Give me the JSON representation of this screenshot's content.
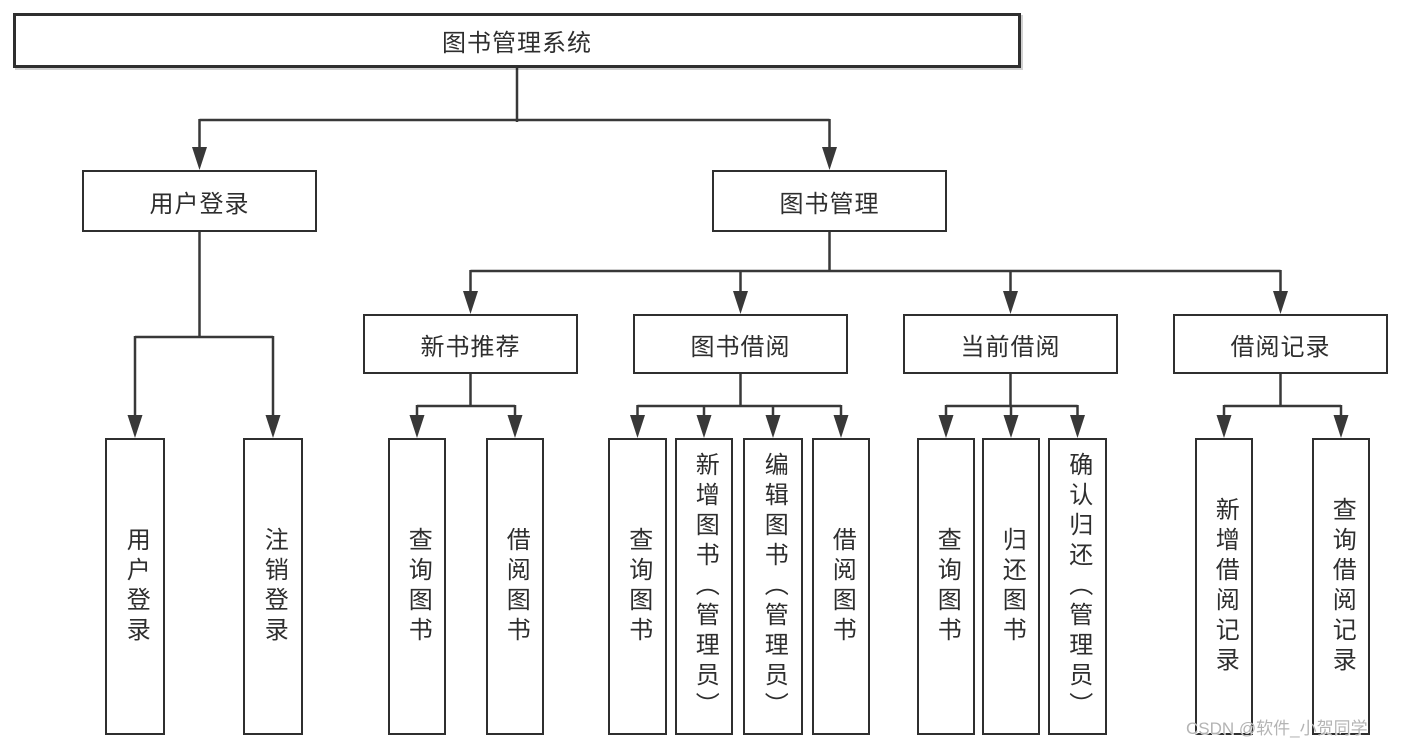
{
  "diagram": {
    "root_label": "图书管理系统",
    "level2": [
      {
        "label": "用户登录"
      },
      {
        "label": "图书管理"
      }
    ],
    "level3": [
      {
        "label": "新书推荐"
      },
      {
        "label": "图书借阅"
      },
      {
        "label": "当前借阅"
      },
      {
        "label": "借阅记录"
      }
    ],
    "leaves": {
      "user_login": [
        "用户登录",
        "注销登录"
      ],
      "new_book": [
        "查询图书",
        "借阅图书"
      ],
      "book_borrow": [
        "查询图书",
        "新增图书（管理员）",
        "编辑图书（管理员）",
        "借阅图书"
      ],
      "current_borrow": [
        "查询图书",
        "归还图书",
        "确认归还（管理员）"
      ],
      "borrow_records": [
        "新增借阅记录",
        "查询借阅记录"
      ]
    }
  },
  "watermark": {
    "text": "CSDN @软件_小贺同学"
  },
  "colors": {
    "line": "#383838",
    "box_border": "#2f2f2f",
    "text": "#2e2e2e",
    "watermark": "#b4b4b4",
    "background": "#ffffff"
  }
}
